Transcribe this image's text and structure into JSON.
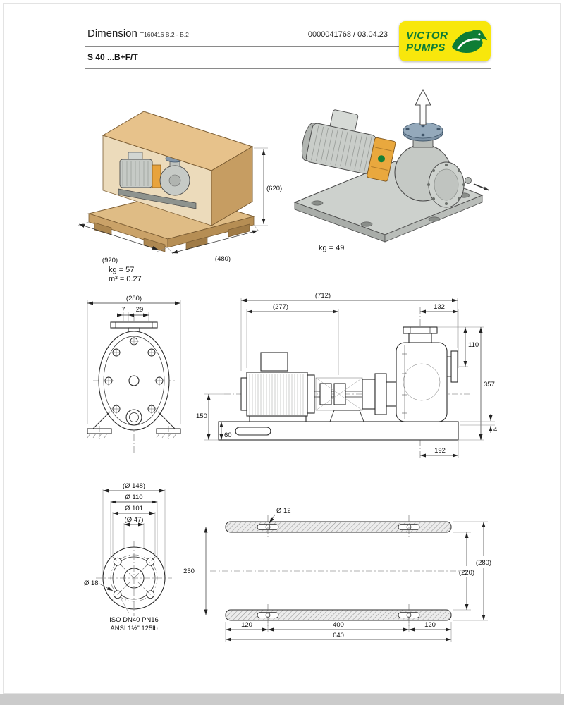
{
  "header": {
    "title": "Dimension",
    "revision": "T160416 B.2 - B.2",
    "document_number": "0000041768 / 03.04.23",
    "model": "S 40 ...B+F/T",
    "logo": {
      "line1": "VICTOR",
      "line2": "PUMPS",
      "bg_color": "#f8e70c",
      "text_color": "#0e7d35"
    }
  },
  "crate_view": {
    "dim_length": "(920)",
    "dim_depth": "(480)",
    "dim_height": "(620)",
    "weight": "kg = 57",
    "volume": "m³ = 0.27"
  },
  "assembly_view": {
    "weight": "kg = 49"
  },
  "front_view": {
    "dim_overall_width": "(280)",
    "dim_flange_offset": "7",
    "dim_flange_width": "29"
  },
  "side_view": {
    "dim_overall_length": "(712)",
    "dim_motor_length": "(277)",
    "dim_flange_to_end": "132",
    "dim_flange_height": "110",
    "dim_total_height": "357",
    "dim_shaft_height": "150",
    "dim_base_height": "60",
    "dim_plate_thickness": "4",
    "dim_end_length": "192"
  },
  "flange_view": {
    "dim_outer_diameter": "(Ø 148)",
    "dim_bolt_circle": "Ø 110",
    "dim_raised_face": "Ø 101",
    "dim_bore": "(Ø 47)",
    "dim_bolt_hole": "Ø 18",
    "note_iso": "ISO DN40 PN16",
    "note_ansi": "ANSI 1½\" 125lb"
  },
  "baseplate_view": {
    "dim_hole_diameter": "Ø 12",
    "dim_rail_spacing": "250",
    "dim_outer_width": "(280)",
    "dim_inner_width": "(220)",
    "dim_hole_left": "120",
    "dim_hole_span": "400",
    "dim_hole_right": "120",
    "dim_overall_length": "640"
  }
}
